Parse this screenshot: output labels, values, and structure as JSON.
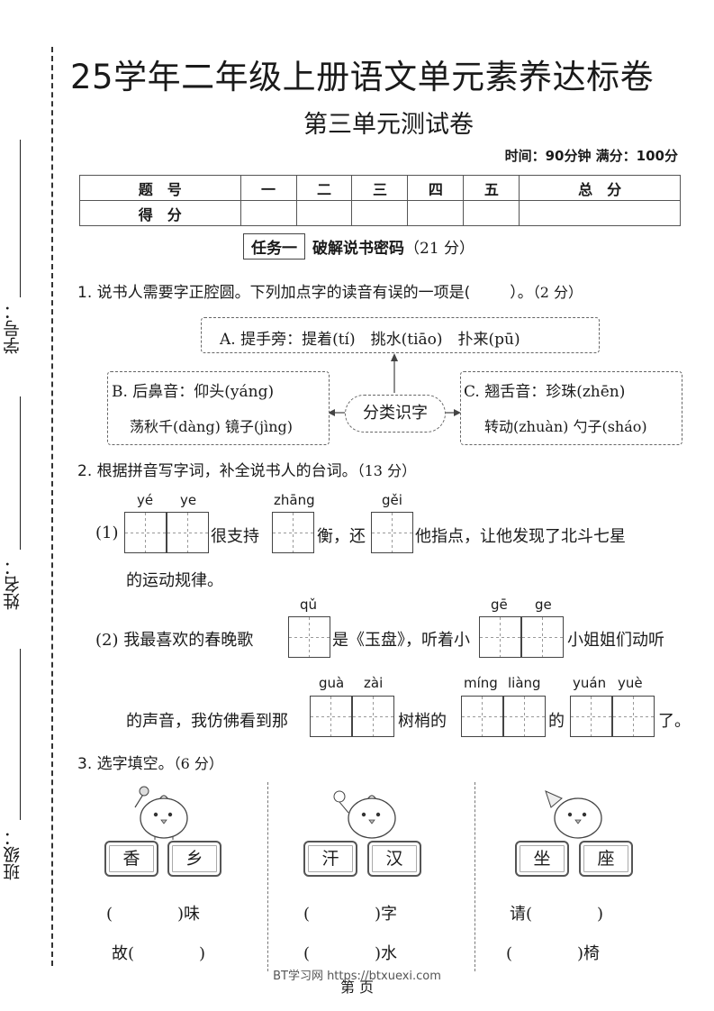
{
  "side": {
    "class_label": "班级：",
    "name_label": "姓名：",
    "number_label": "学号："
  },
  "header": {
    "title": "25学年二年级上册语文单元素养达标卷",
    "subtitle": "第三单元测试卷",
    "time_info": "时间：90分钟 满分：100分"
  },
  "score_table": {
    "row1": [
      "题　号",
      "一",
      "二",
      "三",
      "四",
      "五",
      "总　分"
    ],
    "row2_label": "得　分"
  },
  "task1": {
    "box": "任务一",
    "title": "破解说书密码",
    "score": "（21 分）"
  },
  "q1": {
    "text": "1. 说书人需要字正腔圆。下列加点字的读音有误的一项是(",
    "end": "）。",
    "pts": "（2 分）",
    "box_a": "A. 提手旁：提着(tí)　挑水(tiāo)　扑来(pū)",
    "box_b1": "B. 后鼻音：仰头(yáng)",
    "box_b2": "荡秋千(dàng) 镜子(jìng)",
    "box_c1": "C. 翘舌音：珍珠(zhēn)",
    "box_c2": "转动(zhuàn) 勺子(sháo)",
    "center": "分类识字"
  },
  "q2": {
    "text": "2. 根据拼音写字词，补全说书人的台词。",
    "pts": "（13 分）",
    "p1": [
      "yé",
      "ye",
      "zhāng",
      "gěi"
    ],
    "l1_a": "(1)",
    "l1_b": "很支持",
    "l1_c": "衡，还",
    "l1_d": "他指点，让他发现了北斗七星",
    "l1_e": "的运动规律。",
    "p2": [
      "qǔ",
      "gē",
      "ge"
    ],
    "l2_a": "(2) 我最喜欢的春晚歌",
    "l2_b": "是《玉盘》，听着小",
    "l2_c": "小姐姐们动听",
    "p3": [
      "guà",
      "zài",
      "míng",
      "liàng",
      "yuán",
      "yuè"
    ],
    "l3_a": "的声音，我仿佛看到那",
    "l3_b": "树梢的",
    "l3_c": "的",
    "l3_d": "了。"
  },
  "q3": {
    "text": "3. 选字填空。",
    "pts": "（6 分）",
    "groups": [
      {
        "chars": [
          "香",
          "乡"
        ],
        "line1": "(　　　　)味",
        "line2": "故(　　　　)"
      },
      {
        "chars": [
          "汗",
          "汉"
        ],
        "line1": "(　　　　)字",
        "line2": "(　　　　)水"
      },
      {
        "chars": [
          "坐",
          "座"
        ],
        "line1": "请(　　　　)",
        "line2": "(　　　　)椅"
      }
    ]
  },
  "footer": {
    "watermark": "BT学习网 https://btxuexi.com",
    "page": "第 页"
  }
}
